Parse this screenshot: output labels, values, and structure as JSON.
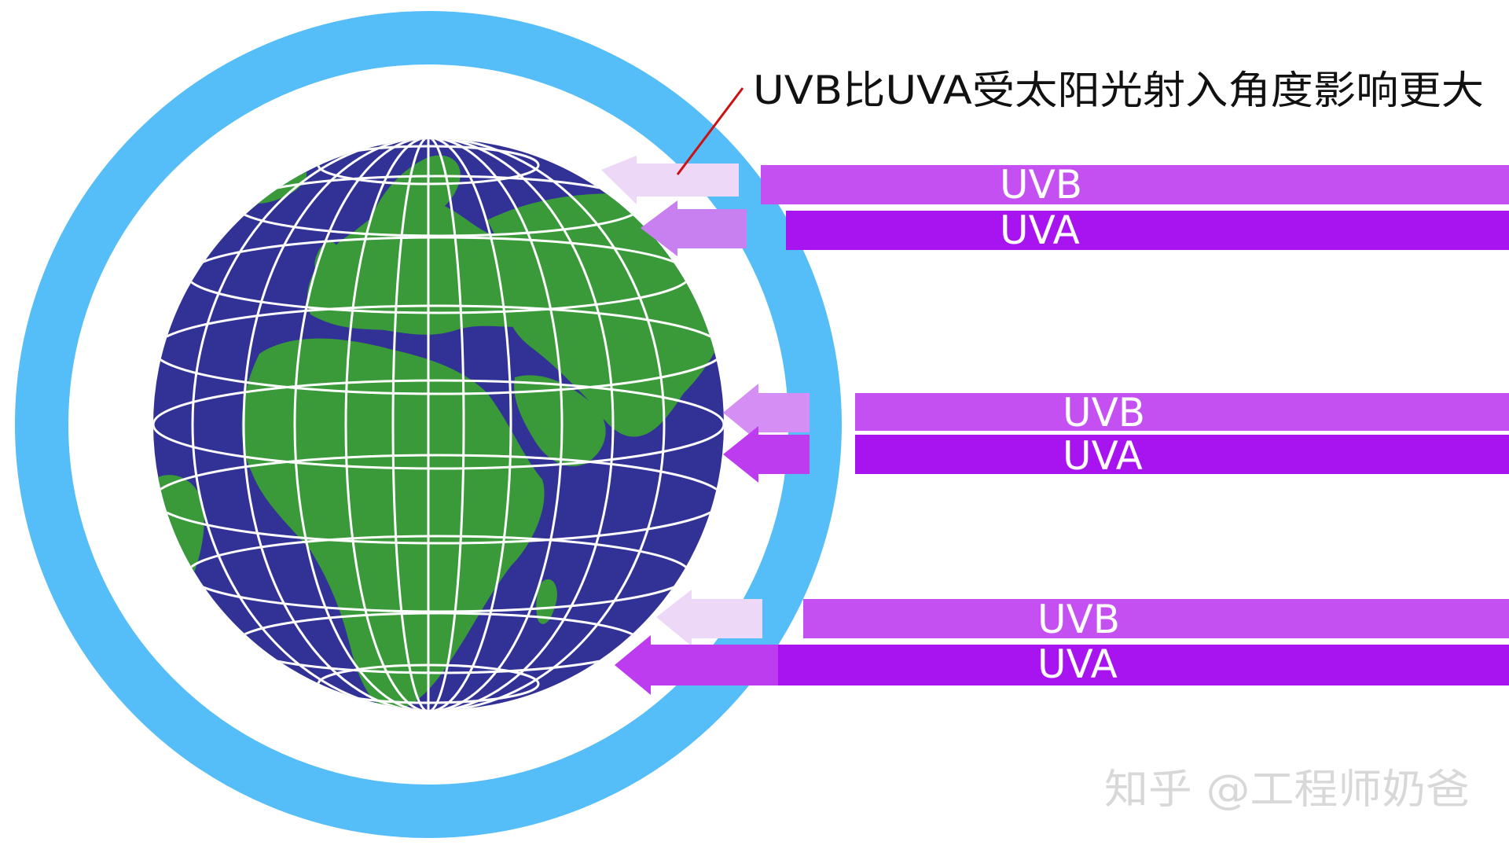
{
  "callout": {
    "text": "UVB比UVA受太阳光射入角度影响更大"
  },
  "rays": [
    {
      "id": "top",
      "uvb": "UVB",
      "uva": "UVA"
    },
    {
      "id": "middle",
      "uvb": "UVB",
      "uva": "UVA"
    },
    {
      "id": "bottom",
      "uvb": "UVB",
      "uva": "UVA"
    }
  ],
  "watermark": {
    "text": "知乎 @工程师奶爸"
  },
  "colors": {
    "atmosphere": "#55bdf7",
    "ocean": "#323296",
    "land": "#3a9a3a",
    "grid": "#ffffff",
    "uvb": "#c450f2",
    "uva": "#a814f0",
    "uvb_faded": "#eed8f8",
    "uvb_mid": "#d48ef4",
    "callout_line": "#cc1111"
  }
}
